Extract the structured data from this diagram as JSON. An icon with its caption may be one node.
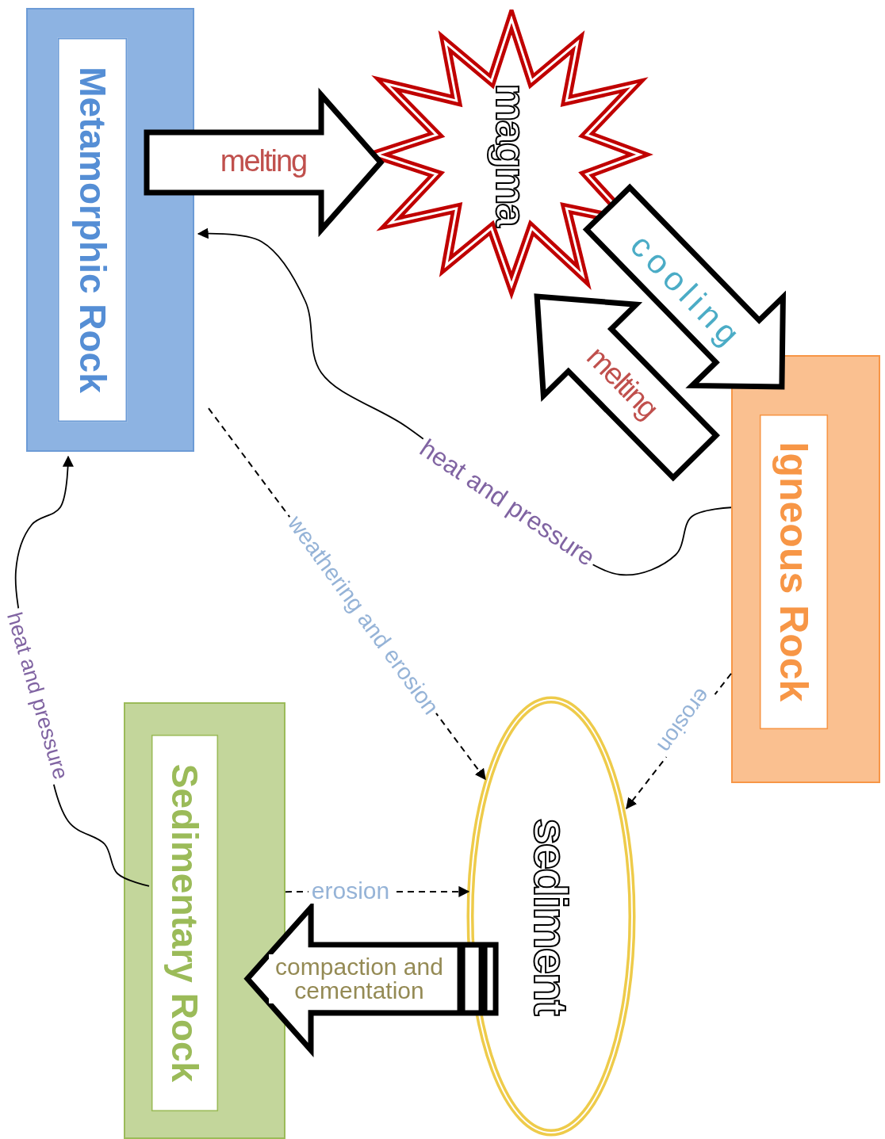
{
  "diagram": {
    "nodes": [
      {
        "text": [
          "Metamorphic Rock"
        ]
      },
      {
        "text": [
          "magma"
        ]
      },
      {
        "text": [
          "Igneous Rock"
        ]
      },
      {
        "text": [
          "sediment"
        ]
      },
      {
        "text": [
          "Sedimentary Rock"
        ]
      }
    ],
    "edges": [
      {
        "from": 0,
        "to": 1,
        "arrow": "to",
        "label": "melting",
        "style": "thick"
      },
      {
        "from": 1,
        "to": 2,
        "arrow": "to",
        "label": "cooling",
        "style": "thick"
      },
      {
        "from": 2,
        "to": 1,
        "arrow": "to",
        "label": "melting",
        "style": "thick"
      },
      {
        "from": 2,
        "to": 0,
        "arrow": "to",
        "label": "heat and pressure"
      },
      {
        "from": 4,
        "to": 0,
        "arrow": "to",
        "label": "heat and pressure"
      },
      {
        "from": 0,
        "to": 3,
        "arrow": "to",
        "label": "weathering and erosion",
        "style": "dashed"
      },
      {
        "from": 2,
        "to": 3,
        "arrow": "to",
        "label": "erosion",
        "style": "dashed"
      },
      {
        "from": 4,
        "to": 3,
        "arrow": "to",
        "label": "erosion",
        "style": "dashed"
      },
      {
        "from": 3,
        "to": 4,
        "arrow": "to",
        "label": "compaction and cementation",
        "style": "thick"
      }
    ]
  }
}
